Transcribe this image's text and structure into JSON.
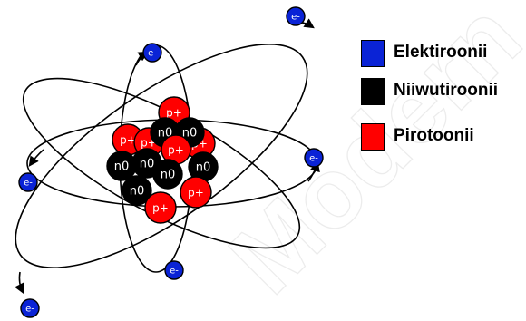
{
  "legend": {
    "items": [
      {
        "key": "electron",
        "label": "Elektiroonii",
        "color": "#0a23d6"
      },
      {
        "key": "neutron",
        "label": "Niiwutiroonii",
        "color": "#000000"
      },
      {
        "key": "proton",
        "label": "Pirotoonii",
        "color": "#ff0000"
      }
    ]
  },
  "particles": {
    "electron_label": "e-",
    "proton_label": "p+",
    "neutron_label": "n0"
  },
  "watermark": {
    "text": "Modern Ed"
  }
}
